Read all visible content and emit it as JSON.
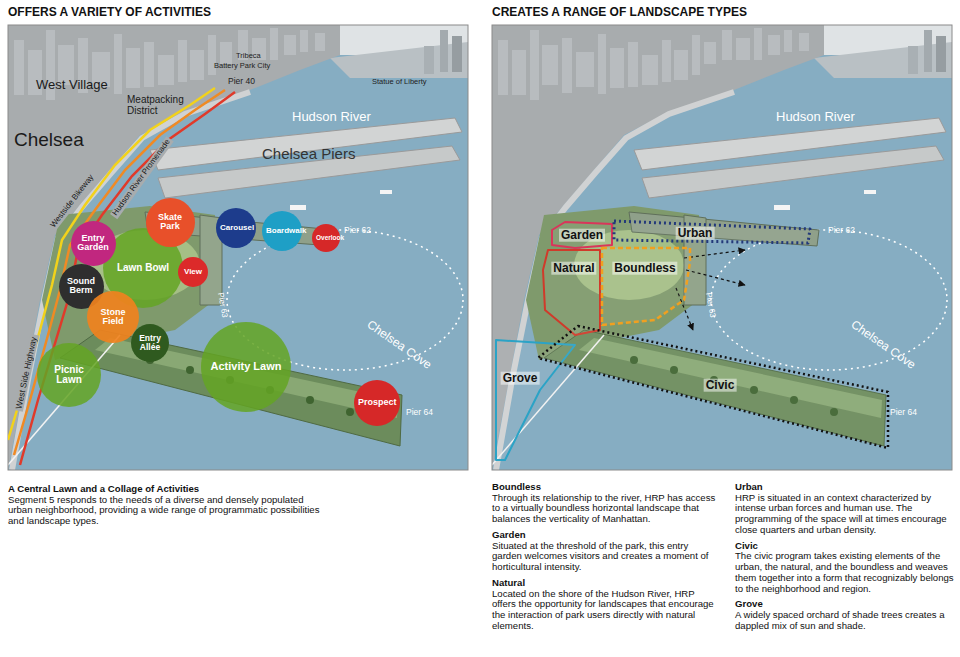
{
  "diagram": {
    "nodes": [
      {
        "text": [
          "Entry Garden"
        ]
      },
      {
        "text": [
          "Skate Park"
        ]
      },
      {
        "text": [
          "Carousel"
        ]
      },
      {
        "text": [
          "Boardwalk"
        ]
      },
      {
        "text": [
          "Overlook"
        ]
      },
      {
        "text": [
          "Lawn Bowl"
        ]
      },
      {
        "text": [
          "View"
        ]
      },
      {
        "text": [
          "Sound Berm"
        ]
      },
      {
        "text": [
          "Stone Field"
        ]
      },
      {
        "text": [
          "Entry Allée"
        ]
      },
      {
        "text": [
          "Picnic Lawn"
        ]
      },
      {
        "text": [
          "Activity Lawn"
        ]
      },
      {
        "text": [
          "Prospect"
        ]
      },
      {
        "text": [
          "Garden"
        ]
      },
      {
        "text": [
          "Urban"
        ]
      },
      {
        "text": [
          "Natural"
        ]
      },
      {
        "text": [
          "Boundless"
        ]
      },
      {
        "text": [
          "Grove"
        ]
      },
      {
        "text": [
          "Civic"
        ]
      }
    ],
    "labels": [
      "OFFERS A VARIETY OF ACTIVITIES",
      "CREATES A RANGE OF LANDSCAPE TYPES",
      "Tribeca",
      "Battery Park City",
      "Pier 40",
      "Statue of Liberty",
      "West Village",
      "Meatpacking District",
      "Hudson River",
      "Chelsea",
      "Chelsea Piers",
      "Westside Bikeway",
      "Hudson River Promenade",
      "West Side Highway",
      "Pier 62",
      "Pier 63",
      "Chelsea Cove",
      "Pier 64",
      "Hudson River",
      "Pier 62",
      "Pier 63",
      "Chelsea Cove",
      "Pier 64",
      "A Central Lawn and a Collage of Activities",
      "Segment 5 responds to the needs of a diverse and densely populated urban neighborhood, providing a wide range of programmatic possibilities and landscape types.",
      "Boundless",
      "Through its relationship to the river, HRP has access to a virtually boundless horizontal landscape that balances the verticality of Manhattan.",
      "Garden",
      "Situated at the threshold of the park, this entry garden welcomes visitors and creates a moment of horticultural intensity.",
      "Natural",
      "Located on the shore of the Hudson River, HRP offers the opportunity for landscapes that encourage the interaction of park users directly with natural elements.",
      "Urban",
      "HRP is situated in an context characterized by intense urban forces and human use. The programming of the space will at times encourage close quarters and urban density.",
      "Civic",
      "The civic program takes existing elements of the urban, the natural, and the boundless and weaves them together into a form that recognizably belongs to the neighborhood and region.",
      "Grove",
      "A widely spaced orchard of shade trees creates a dappled mix of sun and shade."
    ]
  }
}
